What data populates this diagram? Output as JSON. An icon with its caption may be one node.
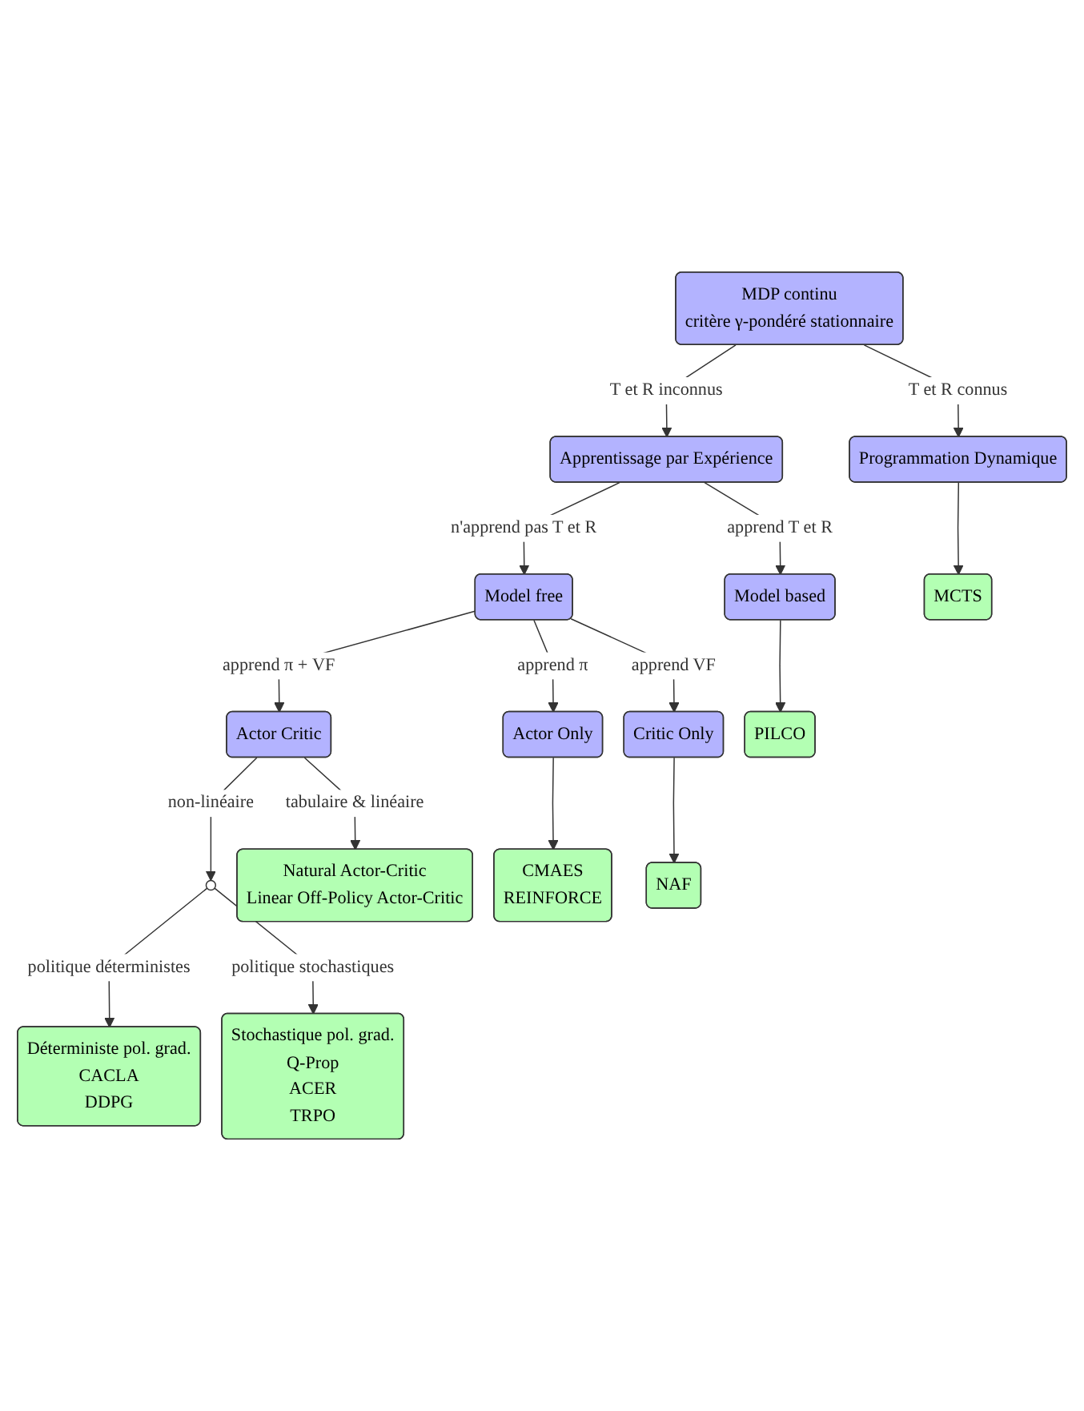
{
  "diagram": {
    "nodes": [
      {
        "text": [
          "MDP continu",
          "critère γ-pondéré stationnaire"
        ]
      },
      {
        "text": [
          "Apprentissage par Expérience"
        ]
      },
      {
        "text": [
          "Programmation Dynamique"
        ]
      },
      {
        "text": [
          "Model free"
        ]
      },
      {
        "text": [
          "Model based"
        ]
      },
      {
        "text": [
          "MCTS"
        ]
      },
      {
        "text": [
          "Actor Critic"
        ]
      },
      {
        "text": [
          "Actor Only"
        ]
      },
      {
        "text": [
          "Critic Only"
        ]
      },
      {
        "text": [
          "PILCO"
        ]
      },
      {
        "text": [],
        "shape": "circle"
      },
      {
        "text": [
          "Natural Actor-Critic",
          "Linear Off-Policy Actor-Critic"
        ]
      },
      {
        "text": [
          "CMAES",
          "REINFORCE"
        ]
      },
      {
        "text": [
          "NAF"
        ]
      },
      {
        "text": [
          "Déterministe pol. grad.",
          "CACLA",
          "DDPG"
        ]
      },
      {
        "text": [
          "Stochastique pol. grad.",
          "Q-Prop",
          "ACER",
          "TRPO"
        ]
      }
    ],
    "edges": [
      {
        "from": 0,
        "to": 1,
        "arrow": "to",
        "label": "T et R inconnus"
      },
      {
        "from": 0,
        "to": 2,
        "arrow": "to",
        "label": "T et R connus"
      },
      {
        "from": 1,
        "to": 3,
        "arrow": "to",
        "label": "n'apprend pas T et R"
      },
      {
        "from": 1,
        "to": 4,
        "arrow": "to",
        "label": "apprend T et R"
      },
      {
        "from": 2,
        "to": 5,
        "arrow": "to"
      },
      {
        "from": 3,
        "to": 6,
        "arrow": "to",
        "label": "apprend π + VF"
      },
      {
        "from": 3,
        "to": 7,
        "arrow": "to",
        "label": "apprend π"
      },
      {
        "from": 3,
        "to": 8,
        "arrow": "to",
        "label": "apprend VF"
      },
      {
        "from": 4,
        "to": 9,
        "arrow": "to"
      },
      {
        "from": 6,
        "to": 10,
        "arrow": "to",
        "label": "non-linéaire"
      },
      {
        "from": 6,
        "to": 11,
        "arrow": "to",
        "label": "tabulaire & linéaire"
      },
      {
        "from": 7,
        "to": 12,
        "arrow": "to"
      },
      {
        "from": 8,
        "to": 13,
        "arrow": "to"
      },
      {
        "from": 10,
        "to": 14,
        "arrow": "to",
        "label": "politique déterministes"
      },
      {
        "from": 10,
        "to": 15,
        "arrow": "to",
        "label": "politique stochastiques"
      }
    ]
  }
}
